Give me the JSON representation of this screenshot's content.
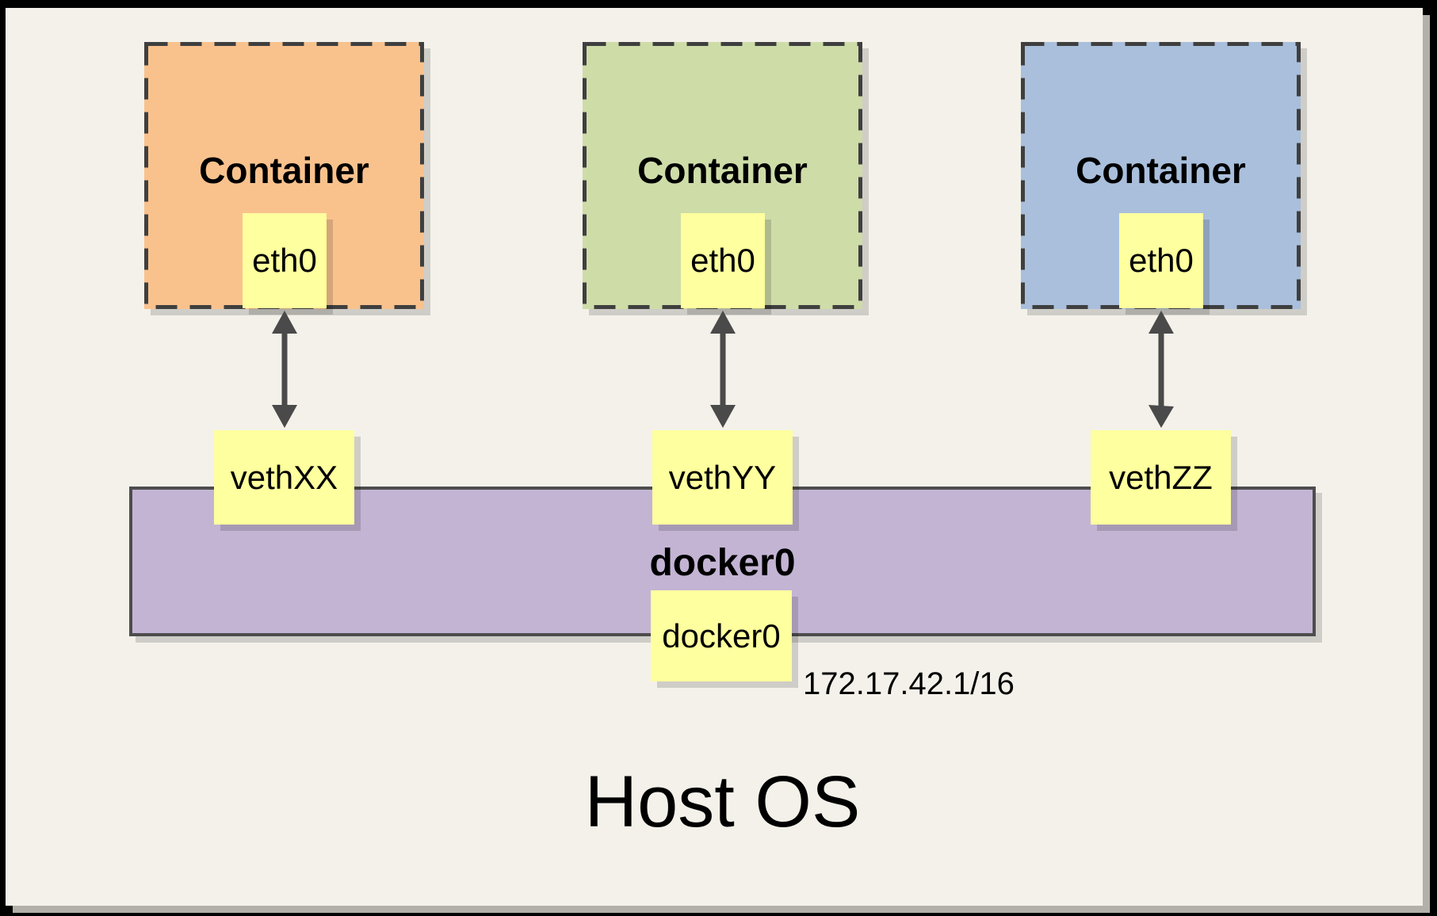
{
  "containers": [
    {
      "label": "Container",
      "interface_label": "eth0",
      "fill": "#F9C28D"
    },
    {
      "label": "Container",
      "interface_label": "eth0",
      "fill": "#CEDCA8"
    },
    {
      "label": "Container",
      "interface_label": "eth0",
      "fill": "#A9BFDC"
    }
  ],
  "veth_labels": [
    "vethXX",
    "vethYY",
    "vethZZ"
  ],
  "bridge": {
    "label": "docker0",
    "interface_label": "docker0",
    "ip_address": "172.17.42.1/16",
    "fill": "#C3B4D4"
  },
  "host_label": "Host OS",
  "colors": {
    "canvas_background": "#F4F1EA",
    "frame": "#000000",
    "port_box_fill": "#FEFF9E",
    "dashed_border": "#3F3F3F",
    "bar_border": "#4D4D4D",
    "arrow": "#4A4A4A",
    "text": "#000000"
  }
}
